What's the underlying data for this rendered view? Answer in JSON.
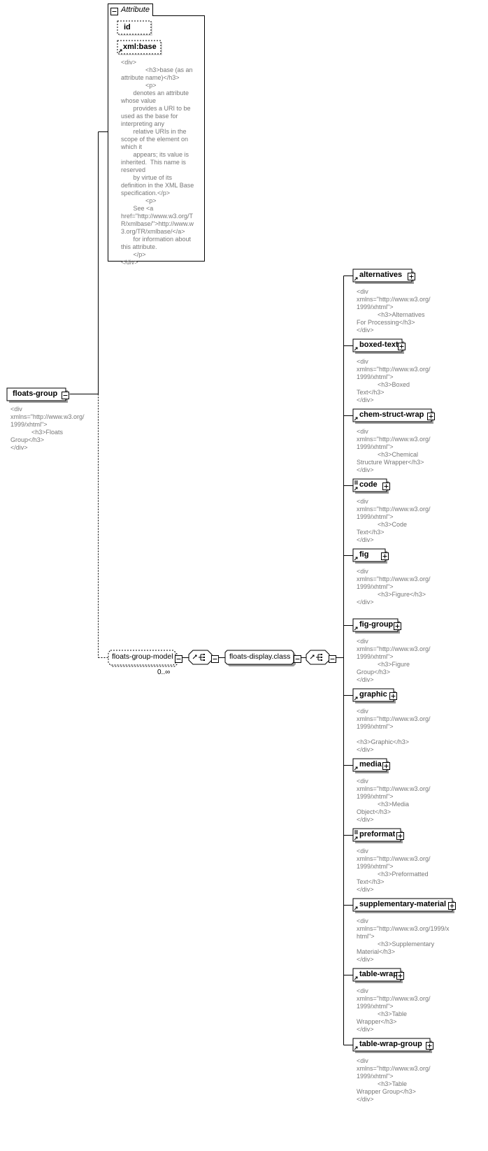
{
  "root": {
    "name": "floats-group",
    "doc": "<div\nxmlns=\"http://www.w3.org/\n1999/xhtml\">\n            <h3>Floats\nGroup</h3>\n</div>"
  },
  "attributes": {
    "panel_title": "Attribute",
    "items": [
      {
        "name": "id"
      },
      {
        "name": "xml:base",
        "doc": "<div>\n              <h3>base (as an\nattribute name)</h3>\n              <p>\n       denotes an attribute\nwhose value\n       provides a URI to be\nused as the base for\ninterpreting any\n       relative URIs in the\nscope of the element on\nwhich it\n       appears; its value is\ninherited.  This name is\nreserved\n       by virtue of its\ndefinition in the XML Base\nspecification.</p>\n              <p>\n       See <a\nhref=\"http://www.w3.org/T\nR/xmlbase/\">http://www.w\n3.org/TR/xmlbase/</a>\n       for information about\nthis attribute.\n       </p>\n</div>"
      }
    ]
  },
  "model": {
    "group_name": "floats-group-model",
    "occurrence": "0..∞",
    "class_name": "floats-display.class"
  },
  "children": [
    {
      "name": "alternatives",
      "doc": "<div\nxmlns=\"http://www.w3.org/\n1999/xhtml\">\n            <h3>Alternatives\nFor Processing</h3>\n</div>"
    },
    {
      "name": "boxed-text",
      "doc": "<div\nxmlns=\"http://www.w3.org/\n1999/xhtml\">\n            <h3>Boxed\nText</h3>\n</div>"
    },
    {
      "name": "chem-struct-wrap",
      "doc": "<div\nxmlns=\"http://www.w3.org/\n1999/xhtml\">\n            <h3>Chemical\nStructure Wrapper</h3>\n</div>"
    },
    {
      "name": "code",
      "mixed": true,
      "doc": "<div\nxmlns=\"http://www.w3.org/\n1999/xhtml\">\n            <h3>Code\nText</h3>\n</div>"
    },
    {
      "name": "fig",
      "doc": "<div\nxmlns=\"http://www.w3.org/\n1999/xhtml\">\n            <h3>Figure</h3>\n</div>"
    },
    {
      "name": "fig-group",
      "doc": "<div\nxmlns=\"http://www.w3.org/\n1999/xhtml\">\n            <h3>Figure\nGroup</h3>\n</div>"
    },
    {
      "name": "graphic",
      "doc": "<div\nxmlns=\"http://www.w3.org/\n1999/xhtml\">\n\n<h3>Graphic</h3>\n</div>"
    },
    {
      "name": "media",
      "doc": "<div\nxmlns=\"http://www.w3.org/\n1999/xhtml\">\n            <h3>Media\nObject</h3>\n</div>"
    },
    {
      "name": "preformat",
      "mixed": true,
      "doc": "<div\nxmlns=\"http://www.w3.org/\n1999/xhtml\">\n            <h3>Preformatted\nText</h3>\n</div>"
    },
    {
      "name": "supplementary-material",
      "doc": "<div\nxmlns=\"http://www.w3.org/1999/x\nhtml\">\n            <h3>Supplementary\nMaterial</h3>\n</div>"
    },
    {
      "name": "table-wrap",
      "doc": "<div\nxmlns=\"http://www.w3.org/\n1999/xhtml\">\n            <h3>Table\nWrapper</h3>\n</div>"
    },
    {
      "name": "table-wrap-group",
      "doc": "<div\nxmlns=\"http://www.w3.org/\n1999/xhtml\">\n            <h3>Table\nWrapper Group</h3>\n</div>"
    }
  ],
  "colors": {
    "line": "#000000",
    "doc_text": "#777777",
    "shadow": "#9a9a9a"
  }
}
